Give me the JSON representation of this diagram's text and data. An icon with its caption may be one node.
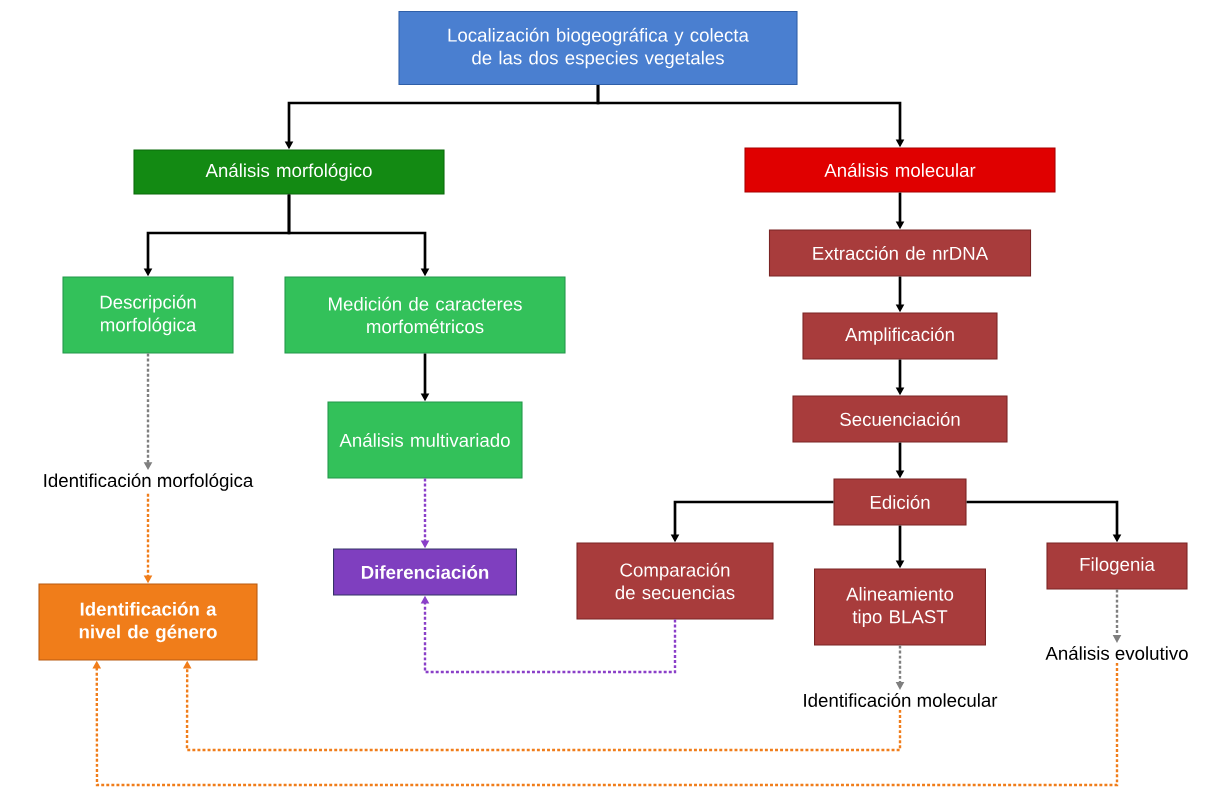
{
  "diagram": {
    "nodes": [
      {
        "text": [
          "Localización biogeográfica y colecta de las dos especies vegetales"
        ]
      },
      {
        "text": [
          "Análisis morfológico"
        ]
      },
      {
        "text": [
          "Análisis molecular"
        ]
      },
      {
        "text": [
          "Descripción morfológica"
        ]
      },
      {
        "text": [
          "Medición de caracteres morfométricos"
        ]
      },
      {
        "text": [
          "Análisis multivariado"
        ]
      },
      {
        "text": [
          "Identificación morfológica"
        ]
      },
      {
        "text": [
          "Identificación a nivel de género"
        ]
      },
      {
        "text": [
          "Diferenciación"
        ]
      },
      {
        "text": [
          "Extracción de nrDNA"
        ]
      },
      {
        "text": [
          "Amplificación"
        ]
      },
      {
        "text": [
          "Secuenciación"
        ]
      },
      {
        "text": [
          "Edición"
        ]
      },
      {
        "text": [
          "Comparación de secuencias"
        ]
      },
      {
        "text": [
          "Alineamiento tipo BLAST"
        ]
      },
      {
        "text": [
          "Filogenia"
        ]
      },
      {
        "text": [
          "Identificación molecular"
        ]
      },
      {
        "text": [
          "Análisis evolutivo"
        ]
      }
    ],
    "edges": [
      {
        "from": 0,
        "to": 1,
        "arrow": "to"
      },
      {
        "from": 0,
        "to": 2,
        "arrow": "to"
      },
      {
        "from": 1,
        "to": 3,
        "arrow": "to"
      },
      {
        "from": 1,
        "to": 4,
        "arrow": "to"
      },
      {
        "from": 4,
        "to": 5,
        "arrow": "to"
      },
      {
        "from": 2,
        "to": 9,
        "arrow": "to"
      },
      {
        "from": 9,
        "to": 10,
        "arrow": "to"
      },
      {
        "from": 10,
        "to": 11,
        "arrow": "to"
      },
      {
        "from": 11,
        "to": 12,
        "arrow": "to"
      },
      {
        "from": 12,
        "to": 13,
        "arrow": "to"
      },
      {
        "from": 12,
        "to": 14,
        "arrow": "to"
      },
      {
        "from": 12,
        "to": 15,
        "arrow": "to"
      },
      {
        "from": 3,
        "to": 6,
        "arrow": "to",
        "style": "dashed",
        "color": "#7f7f7f"
      },
      {
        "from": 6,
        "to": 7,
        "arrow": "to",
        "style": "dashed",
        "color": "#f07d1a"
      },
      {
        "from": 5,
        "to": 8,
        "arrow": "to",
        "style": "dashed",
        "color": "#8a3fc8"
      },
      {
        "from": 13,
        "to": 8,
        "arrow": "to",
        "style": "dashed",
        "color": "#8a3fc8"
      },
      {
        "from": 14,
        "to": 16,
        "arrow": "to",
        "style": "dashed",
        "color": "#7f7f7f"
      },
      {
        "from": 15,
        "to": 17,
        "arrow": "to",
        "style": "dashed",
        "color": "#7f7f7f"
      },
      {
        "from": 16,
        "to": 7,
        "arrow": "to",
        "style": "dashed",
        "color": "#f07d1a"
      },
      {
        "from": 17,
        "to": 7,
        "arrow": "to",
        "style": "dashed",
        "color": "#f07d1a"
      }
    ]
  }
}
